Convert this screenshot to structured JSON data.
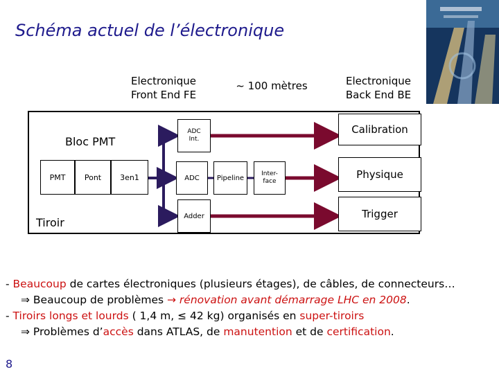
{
  "slide": {
    "title": "Schéma actuel de l’électronique",
    "page_number": "8"
  },
  "headers": {
    "front_end": [
      "Electronique",
      "Front End FE"
    ],
    "distance": "~ 100 mètres",
    "back_end": [
      "Electronique",
      "Back End BE"
    ]
  },
  "diagram": {
    "bloc_pmt_label": "Bloc PMT",
    "tiroir_label": "Tiroir",
    "pmt": "PMT",
    "pont": "Pont",
    "trois_en_un": "3en1",
    "adc_int": [
      "ADC",
      "Int."
    ],
    "adc": "ADC",
    "pipeline": "Pipeline",
    "interface": [
      "Inter-",
      "face"
    ],
    "adder": "Adder",
    "calibration": "Calibration",
    "physique": "Physique",
    "trigger": "Trigger"
  },
  "colors": {
    "title": "#1e1a8c",
    "accent_red": "#cc1111",
    "arrow_dark": "#2b1b5e",
    "arrow_maroon": "#7a0a2e",
    "frame": "#000000"
  },
  "bullets": [
    {
      "dash": "- ",
      "b1": "Beaucoup",
      "t1": " de cartes électroniques (plusieurs étages), de câbles, de connecteurs…"
    },
    {
      "arrow": "⇒",
      "t1": " Beaucoup de problèmes ",
      "sym": "→",
      "b1": " rénovation avant démarrage LHC en 2008",
      "t2": "."
    },
    {
      "dash": "- ",
      "b1": "Tiroirs longs et lourds",
      "t1": " ( 1,4 m, ≤ 42 kg) organisés en ",
      "b2": "super-tiroirs"
    },
    {
      "arrow": "⇒",
      "t1": " Problèmes d’",
      "b1": "accès",
      "t2": " dans ATLAS, de ",
      "b2": "manutention",
      "t3": " et de ",
      "b3": "certification",
      "t4": "."
    }
  ]
}
